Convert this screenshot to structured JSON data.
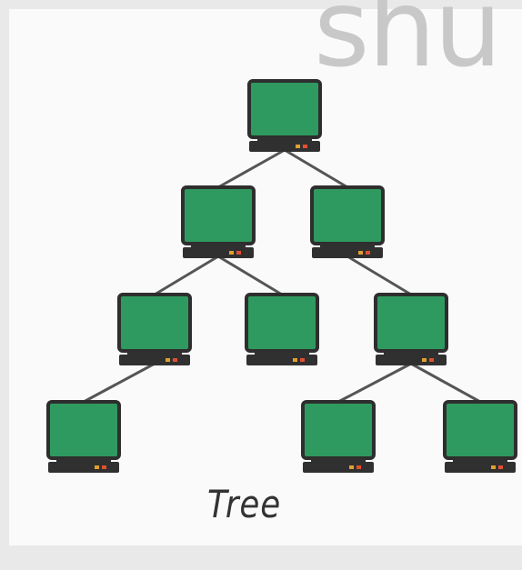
{
  "watermark": "shu",
  "caption": "Tree",
  "colors": {
    "screen": "#2f9a5f",
    "screen_border": "#2e2e2e",
    "base": "#303030",
    "led1": "#e0a030",
    "led2": "#e05030",
    "link": "#555555"
  },
  "nodes": [
    {
      "id": "root"
    },
    {
      "id": "l1-left"
    },
    {
      "id": "l1-right"
    },
    {
      "id": "l2-a"
    },
    {
      "id": "l2-b"
    },
    {
      "id": "l2-c"
    },
    {
      "id": "l3-a"
    },
    {
      "id": "l3-b"
    },
    {
      "id": "l3-c"
    }
  ],
  "edges": [
    [
      "root",
      "l1-left"
    ],
    [
      "root",
      "l1-right"
    ],
    [
      "l1-left",
      "l2-a"
    ],
    [
      "l1-left",
      "l2-b"
    ],
    [
      "l1-right",
      "l2-c"
    ],
    [
      "l2-a",
      "l3-a"
    ],
    [
      "l2-c",
      "l3-b"
    ],
    [
      "l2-c",
      "l3-c"
    ]
  ]
}
